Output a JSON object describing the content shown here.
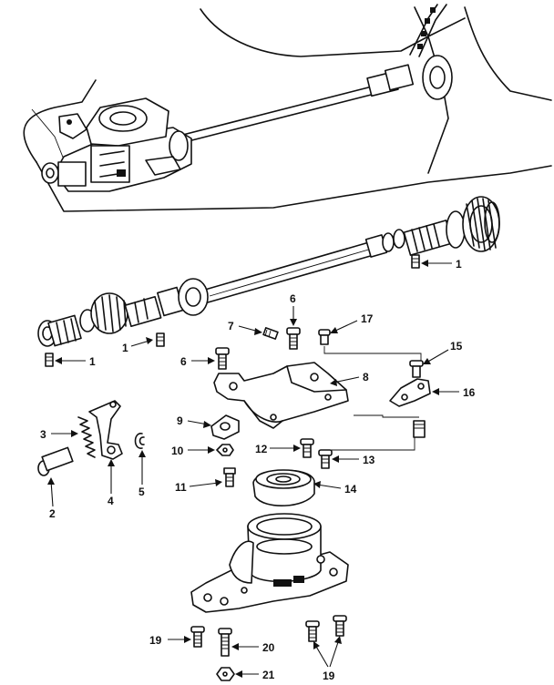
{
  "callouts": [
    {
      "id": "c1a",
      "label": "1"
    },
    {
      "id": "c1b",
      "label": "1"
    },
    {
      "id": "c1c",
      "label": "1"
    },
    {
      "id": "c2",
      "label": "2"
    },
    {
      "id": "c3",
      "label": "3"
    },
    {
      "id": "c4",
      "label": "4"
    },
    {
      "id": "c5",
      "label": "5"
    },
    {
      "id": "c6a",
      "label": "6"
    },
    {
      "id": "c6b",
      "label": "6"
    },
    {
      "id": "c7",
      "label": "7"
    },
    {
      "id": "c8",
      "label": "8"
    },
    {
      "id": "c9",
      "label": "9"
    },
    {
      "id": "c10",
      "label": "10"
    },
    {
      "id": "c11",
      "label": "11"
    },
    {
      "id": "c12",
      "label": "12"
    },
    {
      "id": "c13",
      "label": "13"
    },
    {
      "id": "c14",
      "label": "14"
    },
    {
      "id": "c15",
      "label": "15"
    },
    {
      "id": "c16",
      "label": "16"
    },
    {
      "id": "c17",
      "label": "17"
    },
    {
      "id": "c19a",
      "label": "19"
    },
    {
      "id": "c19b",
      "label": "19"
    },
    {
      "id": "c20",
      "label": "20"
    },
    {
      "id": "c21",
      "label": "21"
    }
  ]
}
